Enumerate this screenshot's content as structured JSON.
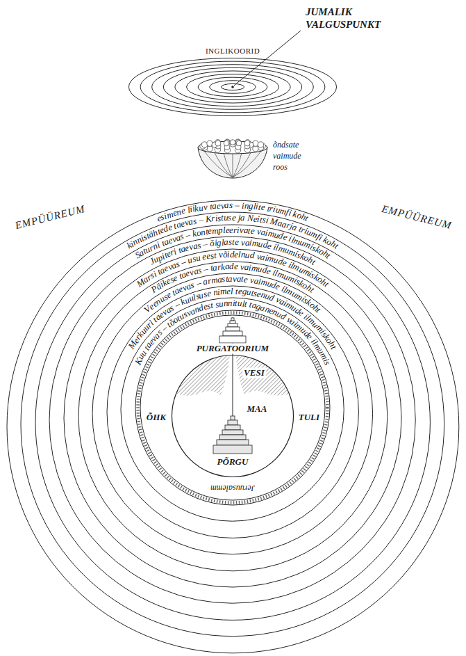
{
  "diagram": {
    "nodes": [
      {
        "text": [
          "INGLIKOORID"
        ]
      },
      {
        "text": [
          "õndsate vaimude roos"
        ]
      },
      {
        "text": [
          "esimene liikuv taevas – inglite triumfi koht"
        ]
      },
      {
        "text": [
          "kinnistähtede taevas – Kristuse ja Neitsi Maarja triumfi koht"
        ],
        "in": 2
      },
      {
        "text": [
          "Saturni taevas – kontempleerivate vaimude ilmumiskoht"
        ],
        "in": 3
      },
      {
        "text": [
          "Jupiteri taevas – õiglaste vaimude ilmumiskoht"
        ],
        "in": 4
      },
      {
        "text": [
          "Marsi taevas – usu eest võidelnud vaimude ilmumiskoht"
        ],
        "in": 5
      },
      {
        "text": [
          "Päikese taevas – tarkade vaimude ilmumiskoht"
        ],
        "in": 6
      },
      {
        "text": [
          "Veenuse taevas – armastavate vaimude ilmumiskoht"
        ],
        "in": 7
      },
      {
        "text": [
          "Merkuuri taevas – kuulsuse nimel tegutsenud vaimude ilmumiskoht"
        ],
        "in": 8
      },
      {
        "text": [
          "Kuu taevas – tõotusvandest sunnitult taganenud vaimude ilmumis"
        ],
        "in": 9
      },
      {
        "text": [
          "PURGATOORIUM",
          "ÕHK",
          "TULI",
          "Jeruusalemm"
        ],
        "in": 10
      },
      {
        "text": [
          "VESI",
          "MAA",
          "PÕRGU"
        ],
        "in": 11
      }
    ],
    "labels": [
      "JUMALIK VALGUSPUNKT",
      "EMPÜÜREUM",
      "EMPÜÜREUM"
    ]
  }
}
